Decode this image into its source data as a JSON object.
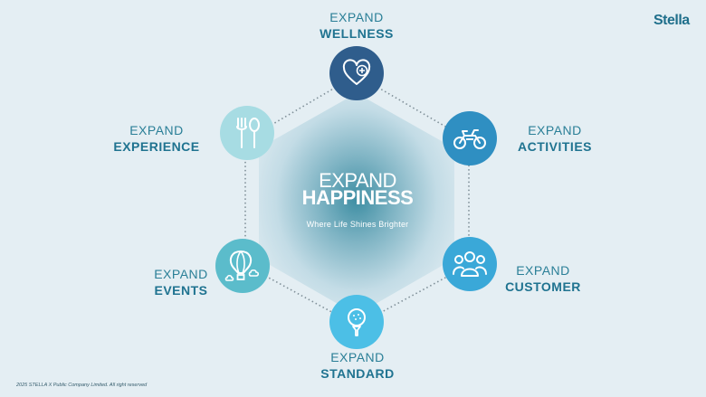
{
  "brand": {
    "logo_text": "Stella"
  },
  "center": {
    "line1": "EXPAND",
    "line2": "HAPPINESS",
    "tagline": "Where Life Shines  Brighter"
  },
  "nodes": [
    {
      "id": "wellness",
      "line1": "EXPAND",
      "line2": "WELLNESS",
      "icon": "heart-plus-icon",
      "color": "#2f5d8c"
    },
    {
      "id": "activities",
      "line1": "EXPAND",
      "line2": "ACTIVITIES",
      "icon": "atv-icon",
      "color": "#2f8fc2"
    },
    {
      "id": "customer",
      "line1": "EXPAND",
      "line2": "CUSTOMER",
      "icon": "people-group-icon",
      "color": "#3aa8d8"
    },
    {
      "id": "standard",
      "line1": "EXPAND",
      "line2": "STANDARD",
      "icon": "golf-ball-icon",
      "color": "#4cbfe6"
    },
    {
      "id": "events",
      "line1": "EXPAND",
      "line2": "EVENTS",
      "icon": "hot-air-balloon-icon",
      "color": "#5bbccb"
    },
    {
      "id": "experience",
      "line1": "EXPAND",
      "line2": "EXPERIENCE",
      "icon": "fork-spoon-icon",
      "color": "#a7dce3"
    }
  ],
  "footer": {
    "copyright": "2025 STELLA X Public Company Limited. All right reserved"
  }
}
